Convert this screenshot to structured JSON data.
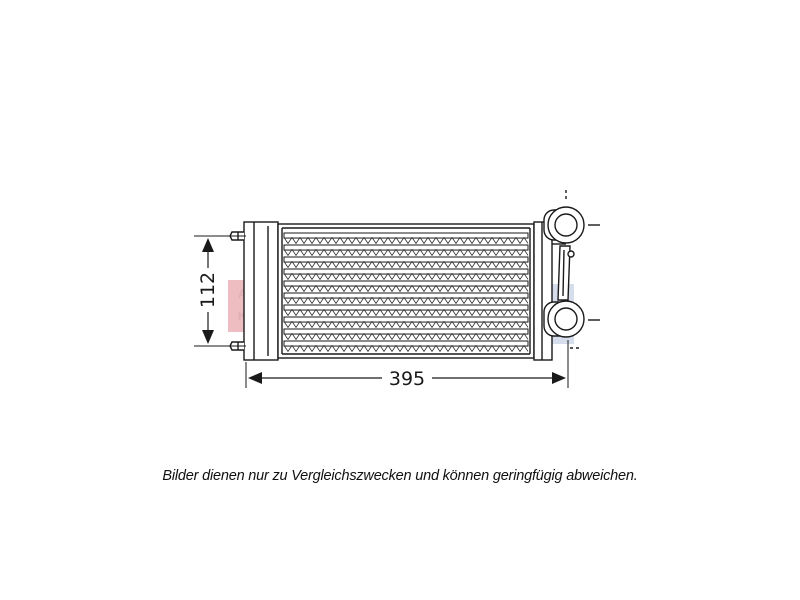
{
  "diagram": {
    "dimension_height": "112",
    "dimension_width": "395",
    "caption": "Bilder dienen nur zu Vergleichszwecken und können geringfügig abweichen.",
    "watermark_letters": [
      "A",
      "K"
    ],
    "watermark_colors": {
      "red": "#e8a5ad",
      "blue": "#b9c6df"
    },
    "line_color": "#1a1a1a"
  }
}
